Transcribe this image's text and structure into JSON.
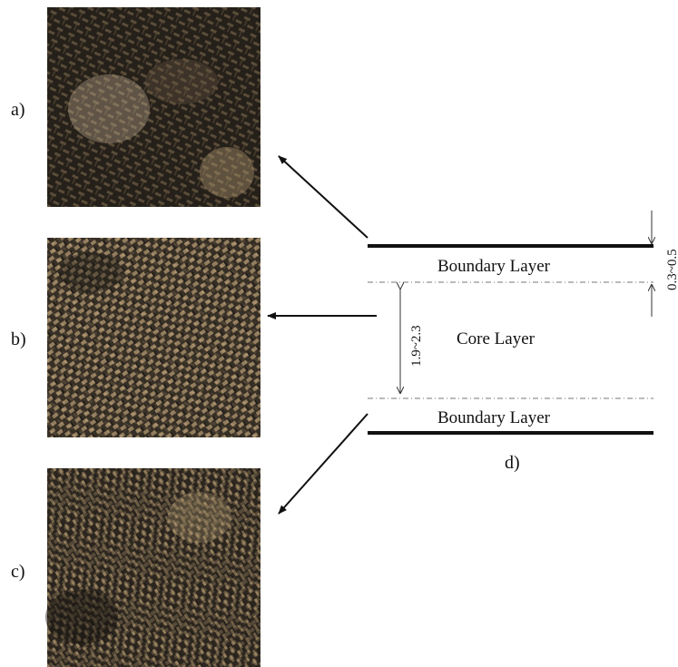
{
  "panels": [
    {
      "label": "a)",
      "texture": "dark-fiber-micrograph"
    },
    {
      "label": "b)",
      "texture": "woven-chopped-fiber-micrograph"
    },
    {
      "label": "c)",
      "texture": "mixed-fiber-micrograph"
    }
  ],
  "schematic": {
    "label": "d)",
    "top_layer": "Boundary Layer",
    "core_layer": "Core Layer",
    "bottom_layer": "Boundary Layer",
    "boundary_thickness": "0.3~0.5",
    "core_thickness": "1.9~2.3"
  },
  "colors": {
    "ink": "#111111",
    "background": "#ffffff",
    "fiber_dark": "#2a241c",
    "fiber_light": "#b49a74"
  }
}
